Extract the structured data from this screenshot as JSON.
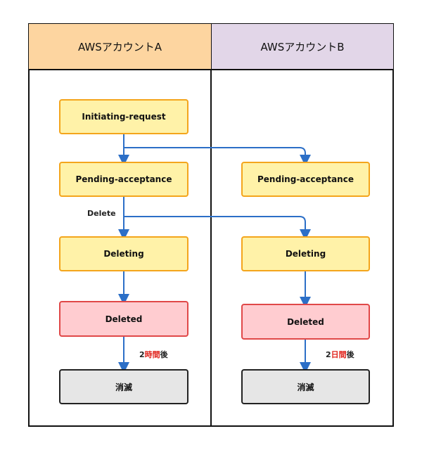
{
  "lanes": {
    "a": {
      "title": "AWSアカウントA",
      "color": "#fdd5a0"
    },
    "b": {
      "title": "AWSアカウントB",
      "color": "#e2d6e8"
    }
  },
  "account_a": {
    "initiating": "Initiating-request",
    "pending": "Pending-acceptance",
    "deleting": "Deleting",
    "deleted": "Deleted",
    "purged": "消滅"
  },
  "account_b": {
    "pending": "Pending-acceptance",
    "deleting": "Deleting",
    "deleted": "Deleted",
    "purged": "消滅"
  },
  "edge_labels": {
    "delete": "Delete",
    "a_wait": {
      "prefix": "2",
      "highlight": "時間",
      "suffix": "後"
    },
    "b_wait": {
      "prefix": "2",
      "highlight": "日間",
      "suffix": "後"
    }
  },
  "colors": {
    "arrow": "#2c6fc7",
    "node_fill": "#fff2a8",
    "node_stroke": "#f4a51c",
    "deleted_fill": "#ffccd0",
    "deleted_stroke": "#e04848",
    "final_fill": "#e6e6e6",
    "highlight_text": "#e0231c"
  }
}
